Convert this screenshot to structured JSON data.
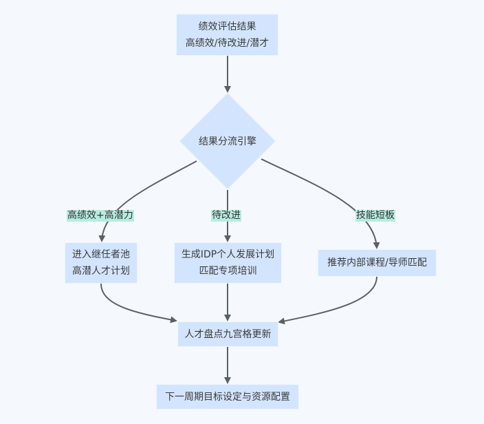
{
  "diagram": {
    "nodes": {
      "performance_result": {
        "lines": [
          "绩效评估结果",
          "高绩效/待改进/潜才"
        ]
      },
      "routing_engine": {
        "label": "结果分流引擎"
      },
      "succession_pool": {
        "lines": [
          "进入继任者池",
          "高潜人才计划"
        ]
      },
      "idp_plan": {
        "lines": [
          "生成IDP个人发展计划",
          "匹配专项培训"
        ]
      },
      "course_mentor": {
        "label": "推荐内部课程/导师匹配"
      },
      "nine_grid": {
        "label": "人才盘点九宫格更新"
      },
      "next_cycle": {
        "label": "下一周期目标设定与资源配置"
      }
    },
    "edge_labels": {
      "high_potential": "高绩效+高潜力",
      "to_improve": "待改进",
      "skill_gap": "技能短板"
    },
    "colors": {
      "node_fill": "#d3e5fe",
      "edge_label_fill": "#b7ece1",
      "edge_stroke": "#5a6068",
      "background": "#f5f9fd"
    }
  }
}
